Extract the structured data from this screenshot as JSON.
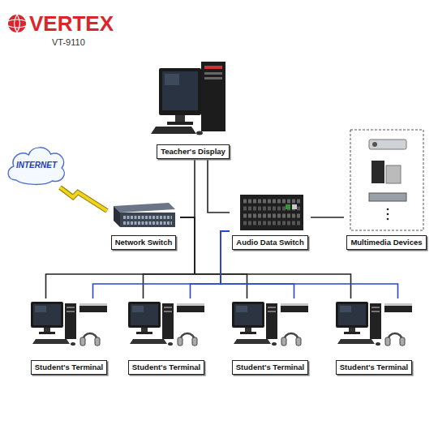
{
  "diagram": {
    "nodes": [
      {
        "text": [
          "Teacher's Display"
        ]
      },
      {
        "text": [
          "INTERNET"
        ]
      },
      {
        "text": [
          "Network Switch"
        ]
      },
      {
        "text": [
          "Audio Data Switch"
        ]
      },
      {
        "text": [
          "Multimedia Devices"
        ]
      },
      {
        "text": [
          "Student's Terminal"
        ]
      },
      {
        "text": [
          "Student's Terminal"
        ]
      },
      {
        "text": [
          "Student's Terminal"
        ]
      },
      {
        "text": [
          "Student's Terminal"
        ]
      }
    ],
    "edges": [
      {
        "from": 1,
        "to": 2,
        "arrow": "none"
      },
      {
        "from": 0,
        "to": 2,
        "arrow": "none"
      },
      {
        "from": 0,
        "to": 3,
        "arrow": "none"
      },
      {
        "from": 3,
        "to": 4,
        "arrow": "none"
      },
      {
        "from": 2,
        "to": 5,
        "arrow": "none"
      },
      {
        "from": 2,
        "to": 6,
        "arrow": "none"
      },
      {
        "from": 2,
        "to": 7,
        "arrow": "none"
      },
      {
        "from": 2,
        "to": 8,
        "arrow": "none"
      },
      {
        "from": 3,
        "to": 5,
        "arrow": "none"
      },
      {
        "from": 3,
        "to": 6,
        "arrow": "none"
      },
      {
        "from": 3,
        "to": 7,
        "arrow": "none"
      },
      {
        "from": 3,
        "to": 8,
        "arrow": "none"
      }
    ],
    "labels": [
      "VERTEX",
      "VT-9110"
    ]
  }
}
